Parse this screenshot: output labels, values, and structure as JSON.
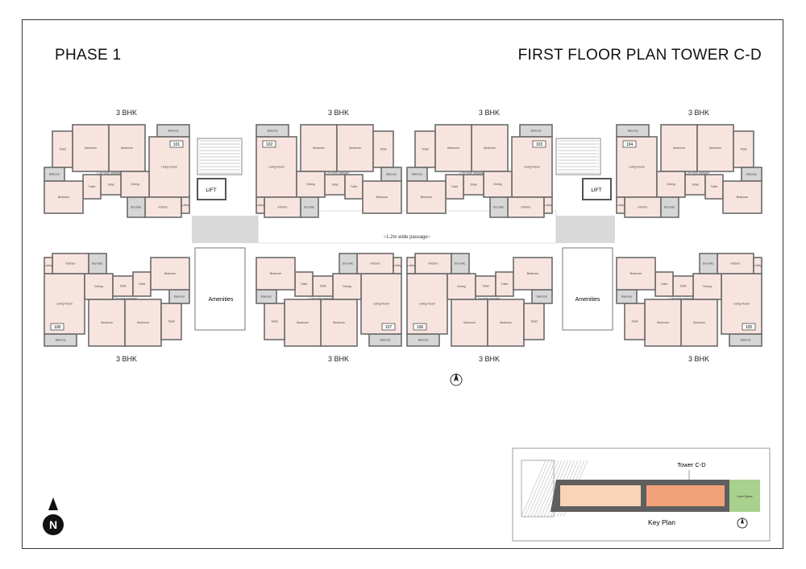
{
  "header": {
    "phase": "PHASE 1",
    "title": "FIRST FLOOR PLAN TOWER C-D"
  },
  "lift_label": "LIFT",
  "amenities_label": "Amenities",
  "passage_label": "~1.2m wide passage~",
  "unit_passage_label": "1.0m wide passage",
  "units": [
    {
      "id": "101",
      "type": "3 BHK"
    },
    {
      "id": "102",
      "type": "3 BHK"
    },
    {
      "id": "103",
      "type": "3 BHK"
    },
    {
      "id": "104",
      "type": "3 BHK"
    },
    {
      "id": "108",
      "type": "3 BHK"
    },
    {
      "id": "107",
      "type": "3 BHK"
    },
    {
      "id": "106",
      "type": "3 BHK"
    },
    {
      "id": "105",
      "type": "3 BHK"
    }
  ],
  "room_names": [
    "Balcony",
    "Living Room",
    "Bedroom",
    "Bedroom",
    "Toilet",
    "Balcony",
    "Dining",
    "Toilet",
    "Toilet",
    "Bedroom",
    "Kitchen",
    "Dry Balc.",
    "Lobby"
  ],
  "key_plan": {
    "label": "Key Plan",
    "tower_label": "Tower C-D",
    "open_space_label": "Open Space"
  },
  "north_label": "N",
  "colors": {
    "room": "#f8e4df",
    "wall": "#6b6b6b",
    "balcony": "#d6d6d6",
    "corridor": "#d9d9d9",
    "tower_highlight": "#f2a27a",
    "tower_other": "#f8d4b8",
    "open_space": "#a9d18e"
  }
}
